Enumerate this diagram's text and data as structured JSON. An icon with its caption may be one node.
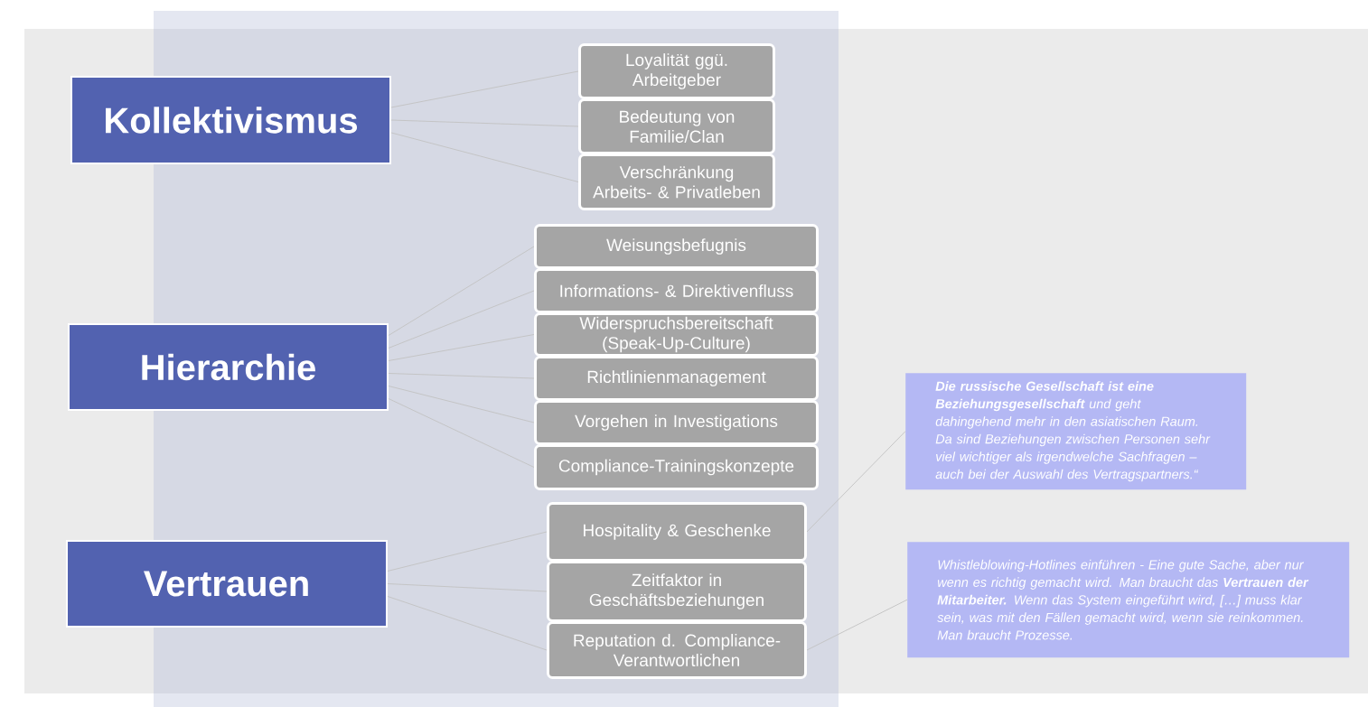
{
  "diagram": {
    "nodes": [
      {
        "text": [
          "Kollektivismus"
        ]
      },
      {
        "text": [
          "Loyalität ggü. Arbeitgeber"
        ]
      },
      {
        "text": [
          "Bedeutung von Familie/Clan"
        ]
      },
      {
        "text": [
          "Verschränkung Arbeits- & Privatleben"
        ]
      },
      {
        "text": [
          "Hierarchie"
        ]
      },
      {
        "text": [
          "Weisungsbefugnis"
        ]
      },
      {
        "text": [
          "Informations- & Direktivenfluss"
        ]
      },
      {
        "text": [
          "Widerspruchsbereitschaft (Speak-Up-Culture)"
        ]
      },
      {
        "text": [
          "Richtlinienmanagement"
        ]
      },
      {
        "text": [
          "Vorgehen in Investigations"
        ]
      },
      {
        "text": [
          "Compliance-Trainingskonzepte"
        ]
      },
      {
        "text": [
          "Vertrauen"
        ]
      },
      {
        "text": [
          "Hospitality & Geschenke"
        ]
      },
      {
        "text": [
          "Zeitfaktor in Geschäftsbeziehungen"
        ]
      },
      {
        "text": [
          "Reputation d. Compliance-Verantwortlichen"
        ]
      },
      {
        "text": [
          "**Die russische Gesellschaft ist eine Beziehungsgesellschaft** und geht dahingehend mehr in den asiatischen Raum. Da sind Beziehungen zwischen Personen sehr viel wichtiger als irgendwelche Sachfragen – auch bei der Auswahl des Vertragspartners.“"
        ]
      },
      {
        "text": [
          "Whistleblowing-Hotlines einführen - Eine gute Sache, aber nur wenn es richtig gemacht wird. Man braucht das **Vertrauen der Mitarbeiter.** Wenn das System eingeführt wird, […] muss klar sein, was mit den Fällen gemacht wird, wenn sie reinkommen. Man braucht Prozesse."
        ]
      }
    ],
    "edges": [
      {
        "from": 0,
        "to": 1,
        "arrow": "none"
      },
      {
        "from": 0,
        "to": 2,
        "arrow": "none"
      },
      {
        "from": 0,
        "to": 3,
        "arrow": "none"
      },
      {
        "from": 4,
        "to": 5,
        "arrow": "none"
      },
      {
        "from": 4,
        "to": 6,
        "arrow": "none"
      },
      {
        "from": 4,
        "to": 7,
        "arrow": "none"
      },
      {
        "from": 4,
        "to": 8,
        "arrow": "none"
      },
      {
        "from": 4,
        "to": 9,
        "arrow": "none"
      },
      {
        "from": 4,
        "to": 10,
        "arrow": "none"
      },
      {
        "from": 11,
        "to": 12,
        "arrow": "none"
      },
      {
        "from": 11,
        "to": 13,
        "arrow": "none"
      },
      {
        "from": 11,
        "to": 14,
        "arrow": "none"
      },
      {
        "from": 15,
        "to": 12,
        "arrow": "none"
      },
      {
        "from": 16,
        "to": 14,
        "arrow": "none"
      }
    ]
  }
}
